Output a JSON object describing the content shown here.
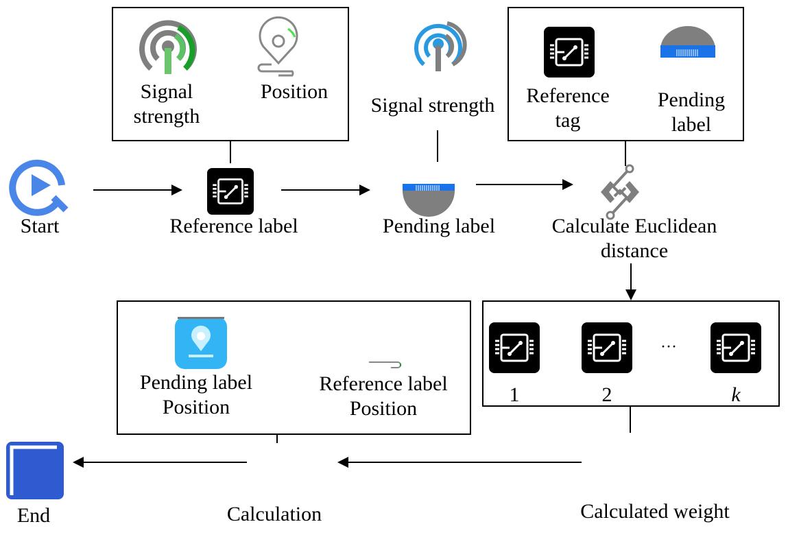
{
  "nodes": {
    "start": {
      "label": "Start",
      "icon": "play-circle-icon"
    },
    "reference_label": {
      "label": "Reference label",
      "icon": "chip-icon"
    },
    "pending_label": {
      "label": "Pending label",
      "icon": "rfid-tag-icon"
    },
    "euclidean": {
      "label_line1": "Calculate Euclidean",
      "label_line2": "distance",
      "icon": "link-code-icon"
    },
    "calculated_weight": {
      "label": "Calculated weight"
    },
    "calculation": {
      "label": "Calculation"
    },
    "end": {
      "label": "End",
      "icon": "book-icon"
    }
  },
  "box_reference_attrs": {
    "items": [
      {
        "label_line1": "Signal",
        "label_line2": "strength",
        "icon": "signal-tower-icon"
      },
      {
        "label_line1": "Position",
        "label_line2": "",
        "icon": "location-pin-icon"
      }
    ]
  },
  "pending_attr": {
    "label": "Signal strength",
    "icon": "signal-tower-icon"
  },
  "box_distance_inputs": {
    "items": [
      {
        "label_line1": "Reference",
        "label_line2": "tag",
        "icon": "chip-icon"
      },
      {
        "label_line1": "Pending",
        "label_line2": "label",
        "icon": "rfid-tag-icon"
      }
    ]
  },
  "box_k_neighbors": {
    "items": [
      {
        "label": "1",
        "icon": "chip-icon"
      },
      {
        "label": "2",
        "icon": "chip-icon"
      },
      {
        "label": "k",
        "icon": "chip-icon"
      }
    ],
    "ellipsis": "···"
  },
  "box_positions": {
    "items": [
      {
        "label_line1": "Pending label",
        "label_line2": "Position",
        "icon": "location-app-icon"
      },
      {
        "label_line1": "Reference label",
        "label_line2": "Position",
        "icon": "path-fragment-icon"
      }
    ]
  },
  "colors": {
    "start_blue": "#4a86e8",
    "signal_green": "#1a9e2a",
    "signal_gray": "#7f7f7f",
    "signal_blue": "#2a9ae0",
    "tag_blue": "#1a73e8",
    "app_blue": "#33b5f5",
    "end_blue": "#2f5bd0"
  }
}
